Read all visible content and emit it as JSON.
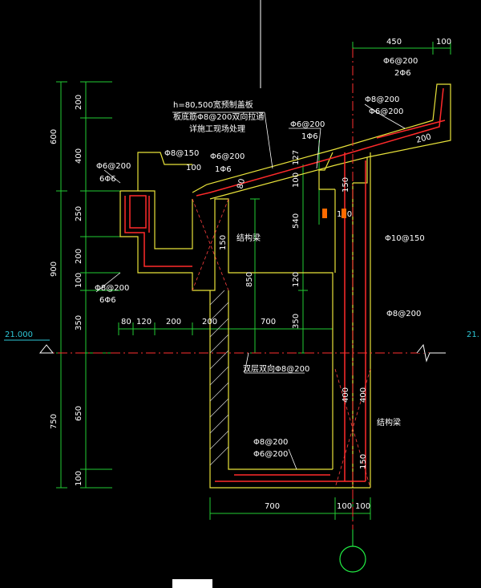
{
  "colors": {
    "background": "#000000",
    "concrete": "#e8e23a",
    "rebar": "#ff2a2a",
    "dimension": "#22cc33",
    "text": "#ffffff",
    "elevation": "#2ec8d8",
    "centerline": "#ff3030",
    "axis": "#22ee44"
  },
  "labels": {
    "slab_note_1": "h=80,500宽预制盖板",
    "slab_note_2": "板底筋Φ8@200双向拉通",
    "slab_note_3": "详施工现场处理",
    "top_right_bar_1": "Φ6@200",
    "top_right_bar_2": "2Φ6",
    "right_upper_bar_1": "Φ8@200",
    "right_upper_bar_2": "Φ6@200",
    "mid_bar_1": "Φ6@200",
    "mid_bar_2": "1Φ6",
    "left_top_bar_1": "Φ6@200",
    "left_top_bar_2": "6Φ6",
    "bar_150": "Φ8@150",
    "bar_inner_1": "Φ6@200",
    "bar_inner_2": "1Φ6",
    "left_bottom_bar_1": "Φ8@200",
    "left_bottom_bar_2": "6Φ6",
    "struct_beam_1": "结构梁",
    "struct_beam_2": "结构梁",
    "right_wall_bar_1": "Φ10@150",
    "right_wall_bar_2": "Φ8@200",
    "floor_bar_note": "双层双向Φ8@200",
    "bottom_bar_1": "Φ8@200",
    "bottom_bar_2": "Φ6@200",
    "elev_left": "21.000",
    "elev_right": "21."
  },
  "dimensions": {
    "top_450": "450",
    "top_100": "100",
    "left_outer_600": "600",
    "left_outer_900": "900",
    "left_outer_750": "750",
    "left_inner_200a": "200",
    "left_inner_400": "400",
    "left_inner_250": "250",
    "left_inner_200b": "200",
    "left_inner_100": "100",
    "left_inner_350": "350",
    "left_inner_650": "650",
    "left_inner_100b": "100",
    "horiz_80": "80",
    "horiz_120": "120",
    "horiz_200a": "200",
    "horiz_200b": "200",
    "horiz_700": "700",
    "bottom_700": "700",
    "bottom_100a": "100",
    "bottom_100b": "100",
    "v_100": "100",
    "v_80": "80",
    "v_150a": "150",
    "v_850": "850",
    "v_540": "540",
    "v_120": "120",
    "v_350": "350",
    "v_127": "127",
    "v_100b": "100",
    "v_150b": "150",
    "v_200": "200",
    "v_400": "400",
    "v_400b": "400",
    "v_150c": "150",
    "v_100c": "100"
  }
}
